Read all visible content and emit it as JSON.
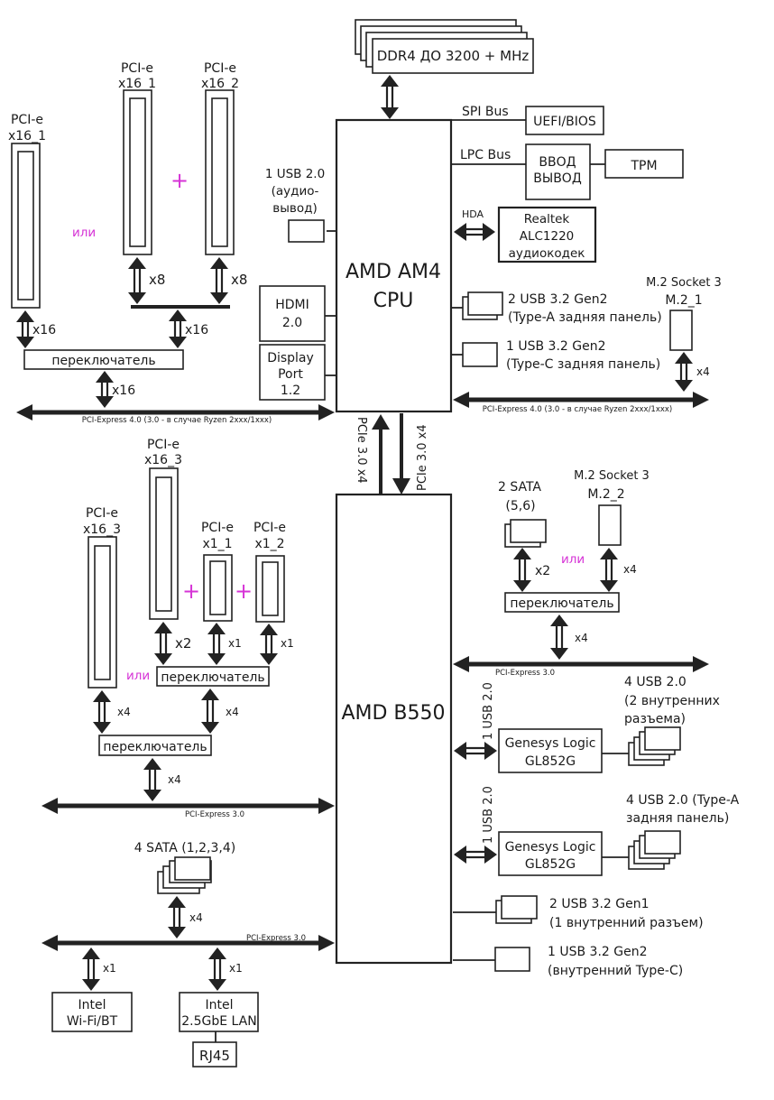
{
  "diagram": {
    "cpu": {
      "line1": "AMD AM4",
      "line2": "CPU"
    },
    "chipset": {
      "label": "AMD B550"
    },
    "memory": {
      "label": "DDR4 ДО 3200 + MHz"
    },
    "spi": {
      "bus_label": "SPI Bus",
      "device": "UEFI/BIOS"
    },
    "lpc": {
      "bus_label": "LPC Bus",
      "device_line1": "ВВОД",
      "device_line2": "ВЫВОД",
      "tpm": "TPM"
    },
    "hda": {
      "bus_label": "HDA",
      "line1": "Realtek",
      "line2": "ALC1220",
      "line3": "аудиокодек"
    },
    "usb_audio": {
      "line1": "1 USB 2.0",
      "line2": "(аудио-",
      "line3": "вывод)"
    },
    "hdmi": {
      "line1": "HDMI",
      "line2": "2.0"
    },
    "displayport": {
      "line1": "Display",
      "line2": "Port",
      "line3": "1.2"
    },
    "cpu_usb_a": {
      "line1": "2 USB 3.2 Gen2",
      "line2": "(Type-A задняя панель)"
    },
    "cpu_usb_c": {
      "line1": "1 USB 3.2 Gen2",
      "line2": "(Type-C задняя панель)"
    },
    "m2_1": {
      "title": "M.2 Socket 3",
      "name": "M.2_1",
      "lanes": "x4"
    },
    "cpu_pcie_bus_left": "PCI-Express 4.0 (3.0 - в случае Ryzen 2xxx/1xxx)",
    "cpu_pcie_bus_right": "PCI-Express 4.0 (3.0 - в случае Ryzen 2xxx/1xxx)",
    "cpu_slots": {
      "single": {
        "title": "PCI-e",
        "name": "x16_1",
        "lanes": "x16"
      },
      "pair": [
        {
          "title": "PCI-e",
          "name": "x16_1",
          "lanes": "x8"
        },
        {
          "title": "PCI-e",
          "name": "x16_2",
          "lanes": "x8"
        }
      ],
      "pair_lanes": "x16",
      "switch_label": "переключатель",
      "switch_lanes": "x16",
      "or_label": "или",
      "plus_label": "+"
    },
    "cpu_chipset_link": {
      "up_label": "PCIe 3.0 x4",
      "down_label": "PCIe 3.0 x4"
    },
    "chipset_slots": {
      "single": {
        "title": "PCI-e",
        "name": "x16_3",
        "lanes": "x4"
      },
      "group": [
        {
          "title": "PCI-e",
          "name": "x16_3",
          "lanes": "x2"
        },
        {
          "title": "PCI-e",
          "name": "x1_1",
          "lanes": "x1"
        },
        {
          "title": "PCI-e",
          "name": "x1_2",
          "lanes": "x1"
        }
      ],
      "group_switch": "переключатель",
      "group_switch_lanes": "x4",
      "main_switch": "переключатель",
      "main_switch_lanes": "x4",
      "or_label": "или",
      "plus_label": "+"
    },
    "chipset_bus_left_upper": "PCI-Express 3.0",
    "chipset_bus_left_lower": "PCI-Express 3.0",
    "chipset_bus_right": "PCI-Express 3.0",
    "sata_1234": {
      "label": "4 SATA (1,2,3,4)",
      "lanes": "x4"
    },
    "wifi": {
      "line1": "Intel",
      "line2": "Wi-Fi/BT",
      "lanes": "x1"
    },
    "lan": {
      "line1": "Intel",
      "line2": "2.5GbE LAN",
      "lanes": "x1",
      "port": "RJ45"
    },
    "sata_56": {
      "line1": "2 SATA",
      "line2": "(5,6)",
      "lanes": "x2"
    },
    "m2_2": {
      "title": "M.2 Socket 3",
      "name": "M.2_2",
      "lanes": "x4"
    },
    "right_switch": {
      "label": "переключатель",
      "lanes": "x4",
      "or_label": "или"
    },
    "hub1": {
      "link": "1 USB 2.0",
      "line1": "Genesys Logic",
      "line2": "GL852G",
      "desc1": "4 USB 2.0",
      "desc2": "(2 внутренних",
      "desc3": "разъема)"
    },
    "hub2": {
      "link": "1 USB 2.0",
      "line1": "Genesys Logic",
      "line2": "GL852G",
      "desc1": "4 USB 2.0 (Type-A",
      "desc2": "задняя панель)"
    },
    "chipset_usb_gen1": {
      "line1": "2 USB 3.2 Gen1",
      "line2": "(1 внутренний  разъем)"
    },
    "chipset_usb_gen2": {
      "line1": "1 USB 3.2 Gen2",
      "line2": "(внутренний Type-C)"
    },
    "colors": {
      "line": "#222222",
      "accent_or": "#d633d6",
      "background": "#ffffff"
    }
  }
}
